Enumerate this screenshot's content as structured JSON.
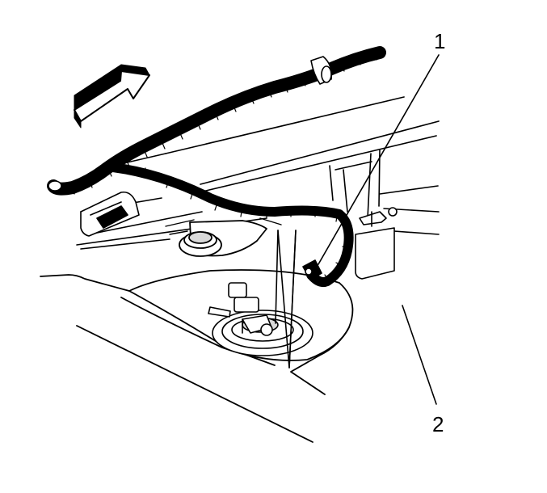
{
  "callouts": [
    {
      "id": "1",
      "label": "1"
    },
    {
      "id": "2",
      "label": "2"
    }
  ],
  "icons": {
    "direction_arrow": "front-direction-arrow-icon"
  },
  "colors": {
    "line": "#000000",
    "shade": "#d9d9d9",
    "background": "#ffffff"
  }
}
